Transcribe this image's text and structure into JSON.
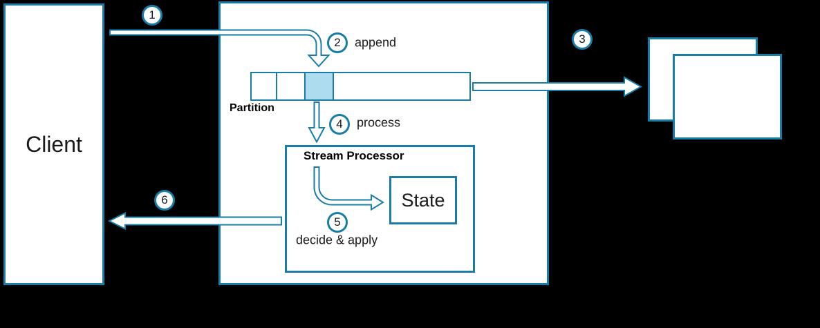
{
  "title": "Event stream processing flow diagram",
  "colors": {
    "background": "#000000",
    "stroke": "#177CA7",
    "highlight_fill": "#AEDCEF",
    "box_fill": "#FFFFFF",
    "text": "#1A1A1A"
  },
  "nodes": {
    "client": {
      "label": "Client"
    },
    "partition": {
      "label": "Partition"
    },
    "stream_processor": {
      "title": "Stream Processor"
    },
    "state": {
      "label": "State"
    },
    "consumers": {
      "label": ""
    }
  },
  "steps": [
    {
      "num": "1",
      "label": ""
    },
    {
      "num": "2",
      "label": "append"
    },
    {
      "num": "3",
      "label": ""
    },
    {
      "num": "4",
      "label": "process"
    },
    {
      "num": "5",
      "label": "decide & apply"
    },
    {
      "num": "6",
      "label": ""
    }
  ]
}
